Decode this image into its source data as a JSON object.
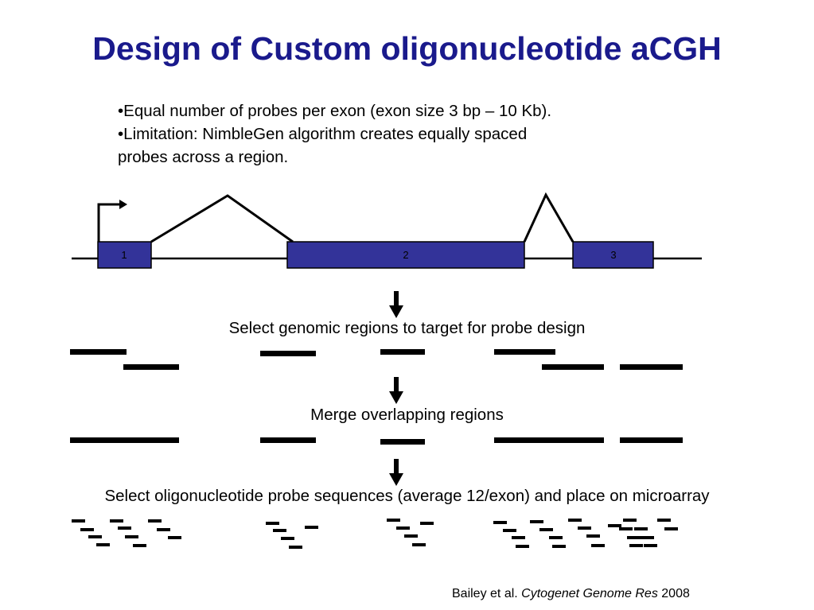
{
  "slide": {
    "title": "Design of Custom oligonucleotide aCGH",
    "bullets": [
      "•Equal number of probes per exon (exon size 3 bp – 10 Kb).",
      "•Limitation: NimbleGen algorithm creates equally spaced",
      "probes across a region."
    ],
    "gene": {
      "exons": [
        {
          "label": "1"
        },
        {
          "label": "2"
        },
        {
          "label": "3"
        }
      ],
      "exon_color": "#333399"
    },
    "steps": {
      "select_regions": "Select genomic regions to target for probe design",
      "merge_regions": "Merge overlapping regions",
      "select_probes": "Select oligonucleotide probe sequences (average 12/exon) and place on microarray"
    },
    "citation": {
      "authors": "Bailey et al.",
      "journal": "Cytogenet Genome Res",
      "year": "2008"
    },
    "colors": {
      "title": "#1a1a8c",
      "exon": "#333399",
      "lines": "#000000"
    }
  }
}
